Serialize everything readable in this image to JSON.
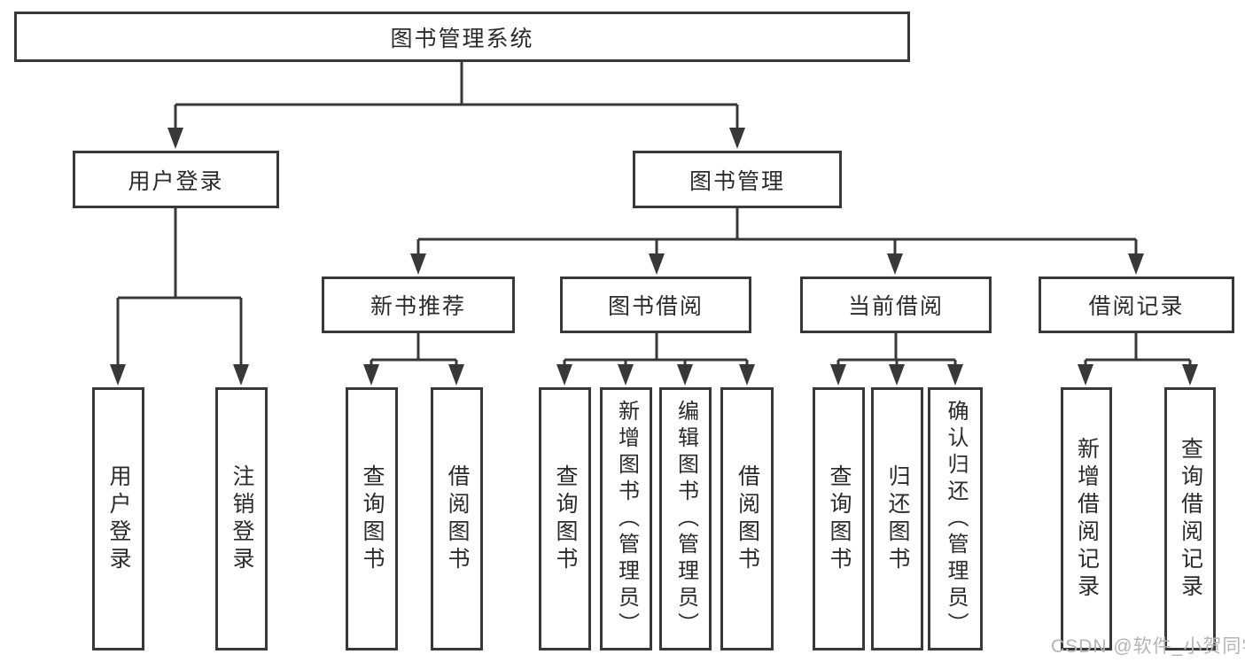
{
  "diagram": {
    "root": {
      "label": "图书管理系统"
    },
    "branches": [
      {
        "label": "用户登录",
        "leaves": [
          {
            "label": "用户登录"
          },
          {
            "label": "注销登录"
          }
        ]
      },
      {
        "label": "图书管理",
        "groups": [
          {
            "label": "新书推荐",
            "leaves": [
              {
                "label": "查询图书"
              },
              {
                "label": "借阅图书"
              }
            ]
          },
          {
            "label": "图书借阅",
            "leaves": [
              {
                "label": "查询图书"
              },
              {
                "label": "新增图书（管理员）"
              },
              {
                "label": "编辑图书（管理员）"
              },
              {
                "label": "借阅图书"
              }
            ]
          },
          {
            "label": "当前借阅",
            "leaves": [
              {
                "label": "查询图书"
              },
              {
                "label": "归还图书"
              },
              {
                "label": "确认归还（管理员）"
              }
            ]
          },
          {
            "label": "借阅记录",
            "leaves": [
              {
                "label": "新增借阅记录"
              },
              {
                "label": "查询借阅记录"
              }
            ]
          }
        ]
      }
    ]
  },
  "watermark": {
    "text": "CSDN @软件_小贺同学"
  },
  "colors": {
    "line": "#383838",
    "box_border": "#383838",
    "text": "#2b2b2b",
    "watermark": "#b4b4b4",
    "background": "#ffffff"
  }
}
